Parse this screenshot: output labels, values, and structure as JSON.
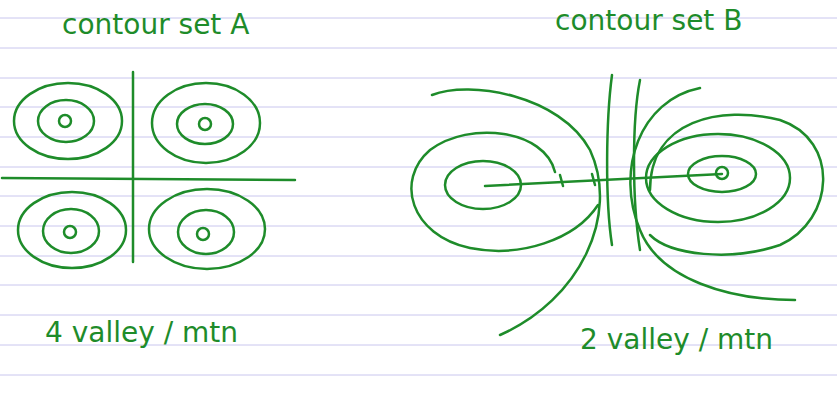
{
  "diagram": {
    "labels": [
      "contour set A",
      "contour set B",
      "4 valley / mtn",
      "2 valley / mtn"
    ]
  }
}
